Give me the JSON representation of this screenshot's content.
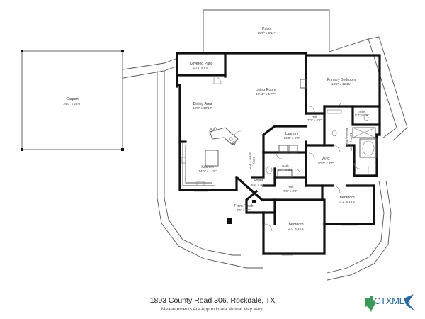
{
  "rooms": {
    "patio": {
      "name": "Patio",
      "dims": "29'9\" x 9'11\""
    },
    "carport": {
      "name": "Carport",
      "dims": "24'0\" x 23'0\""
    },
    "covered_patio": {
      "name": "Covered Patio",
      "dims": "10'8\" x 6'9\""
    },
    "living_room": {
      "name": "Living Room",
      "dims": "19'11\" x 17'7\""
    },
    "primary_bedroom": {
      "name": "Primary Bedroom",
      "dims": "16'2\" x 12'11\""
    },
    "dining_area": {
      "name": "Dining Area",
      "dims": "10'8\" x 10'10\""
    },
    "hall_a": {
      "name": "Hall",
      "dims": "7'0\" x 4'1\""
    },
    "toilet": {
      "name": "Toilet",
      "dims": "5'3\" x 5'8\""
    },
    "laundry": {
      "name": "Laundry",
      "dims": "12'0\" x 5'9\""
    },
    "primary_bath": {
      "name": "Primary Bath",
      "dims": "12'7\" x 12'7\""
    },
    "kitchen": {
      "name": "Kitchen",
      "dims": "14'0\" x 14'9\""
    },
    "wic": {
      "name": "W/IC",
      "dims": "10'7\" x 8'7\""
    },
    "entry": {
      "name": "Entry",
      "dims": "15'11\" x 8'2\""
    },
    "bath": {
      "name": "Bath",
      "dims": "10'4\" x 6'3\""
    },
    "foyer": {
      "name": "Foyer",
      "dims": "8'2\" x 8'4\""
    },
    "hall_b": {
      "name": "Hall",
      "dims": "7'0\" x 3'9\""
    },
    "bedroom_a": {
      "name": "Bedroom",
      "dims": "14'2\" x 12'2\""
    },
    "front_porch": {
      "name": "Front Porch",
      "dims": "8'6\" x 8'7\""
    },
    "bedroom_b": {
      "name": "Bedroom",
      "dims": "11'0\" x 12'1\""
    }
  },
  "footer": {
    "address": "1893 County Road 306, Rockdale, TX",
    "disclaimer": "Measurements Are Approximate. Actual May Vary."
  },
  "logo": {
    "text": "CTXMLS",
    "color": "#2a6a9a",
    "accent": "#3a9a5a"
  }
}
